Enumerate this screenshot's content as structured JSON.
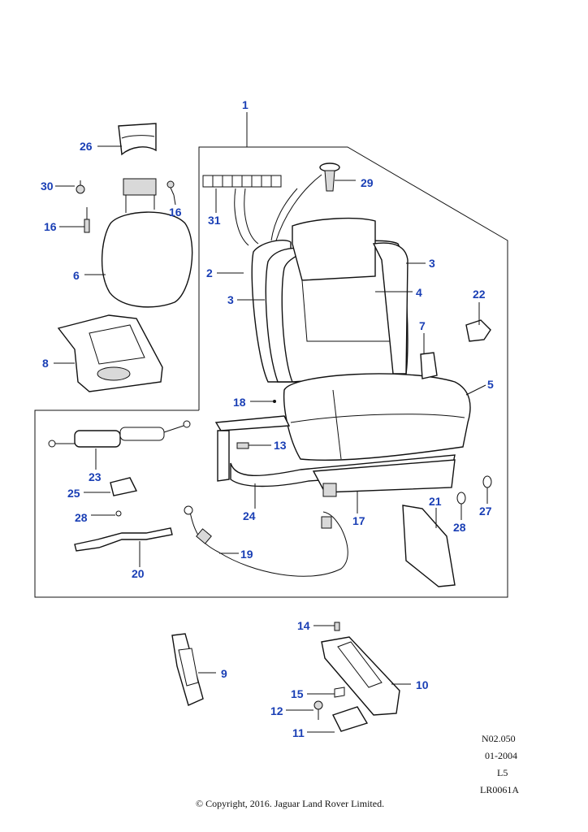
{
  "diagram": {
    "labels": [
      {
        "id": "1",
        "text": "1"
      },
      {
        "id": "2",
        "text": "2"
      },
      {
        "id": "3a",
        "text": "3"
      },
      {
        "id": "3b",
        "text": "3"
      },
      {
        "id": "4",
        "text": "4"
      },
      {
        "id": "5",
        "text": "5"
      },
      {
        "id": "6",
        "text": "6"
      },
      {
        "id": "7",
        "text": "7"
      },
      {
        "id": "8",
        "text": "8"
      },
      {
        "id": "9",
        "text": "9"
      },
      {
        "id": "10",
        "text": "10"
      },
      {
        "id": "11",
        "text": "11"
      },
      {
        "id": "12",
        "text": "12"
      },
      {
        "id": "13",
        "text": "13"
      },
      {
        "id": "14",
        "text": "14"
      },
      {
        "id": "15",
        "text": "15"
      },
      {
        "id": "16a",
        "text": "16"
      },
      {
        "id": "16b",
        "text": "16"
      },
      {
        "id": "17",
        "text": "17"
      },
      {
        "id": "18",
        "text": "18"
      },
      {
        "id": "19",
        "text": "19"
      },
      {
        "id": "20",
        "text": "20"
      },
      {
        "id": "21",
        "text": "21"
      },
      {
        "id": "22",
        "text": "22"
      },
      {
        "id": "23",
        "text": "23"
      },
      {
        "id": "24",
        "text": "24"
      },
      {
        "id": "25",
        "text": "25"
      },
      {
        "id": "26",
        "text": "26"
      },
      {
        "id": "27",
        "text": "27"
      },
      {
        "id": "28a",
        "text": "28"
      },
      {
        "id": "28b",
        "text": "28"
      },
      {
        "id": "29",
        "text": "29"
      },
      {
        "id": "30",
        "text": "30"
      },
      {
        "id": "31",
        "text": "31"
      }
    ]
  },
  "meta": {
    "code": "N02.050",
    "date": "01-2004",
    "level": "L5",
    "ref": "LR0061A",
    "copyright": "© Copyright, 2016. Jaguar Land Rover Limited."
  },
  "colors": {
    "label": "#1a3fb5",
    "line": "#111111"
  }
}
